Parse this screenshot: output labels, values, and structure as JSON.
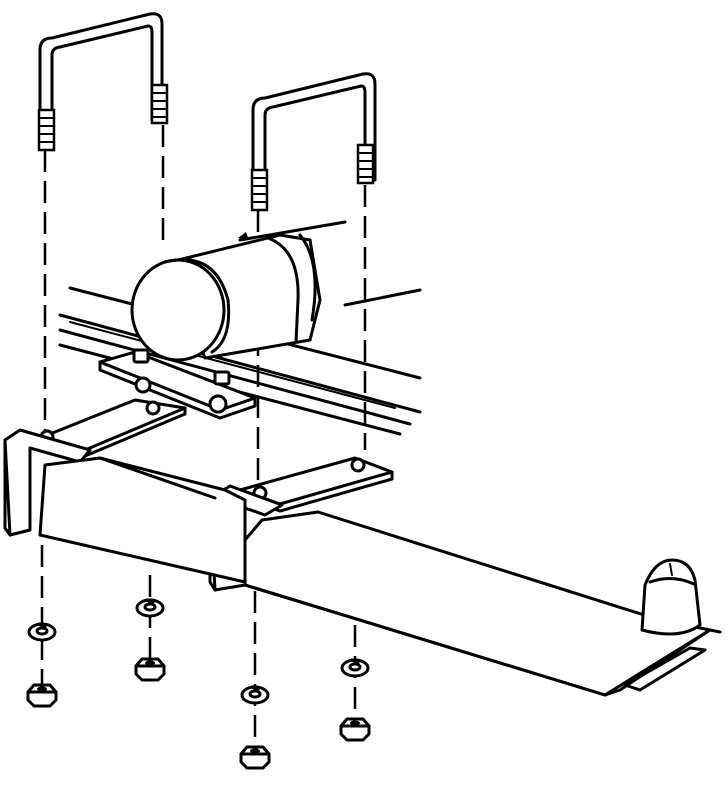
{
  "diagram": {
    "parts": [
      {
        "id": "u-bolt-left",
        "icon": "u-bolt-icon"
      },
      {
        "id": "u-bolt-right",
        "icon": "u-bolt-icon"
      },
      {
        "id": "axle-tube",
        "icon": "axle-tube-icon"
      },
      {
        "id": "leaf-spring",
        "icon": "leaf-spring-icon"
      },
      {
        "id": "clamp-plate",
        "icon": "clamp-plate-icon"
      },
      {
        "id": "saddle-bracket-left",
        "icon": "bracket-icon"
      },
      {
        "id": "saddle-bracket-right",
        "icon": "bracket-icon"
      },
      {
        "id": "spring-pad-top",
        "icon": "plate-icon"
      },
      {
        "id": "lock-washers",
        "icon": "lock-washer-icon"
      },
      {
        "id": "hex-nuts",
        "icon": "hex-nut-icon"
      },
      {
        "id": "bump-stop",
        "icon": "bump-stop-icon"
      }
    ],
    "colors": {
      "ink": "#000000",
      "paper": "#ffffff"
    }
  }
}
